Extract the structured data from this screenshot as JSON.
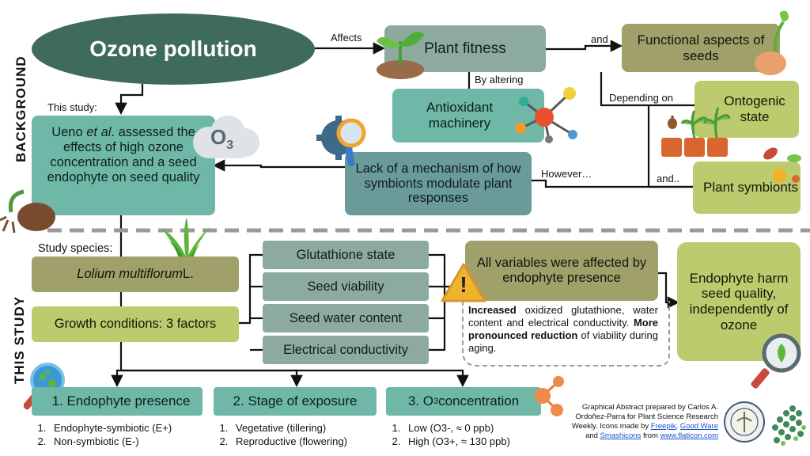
{
  "sections": {
    "background": "BACKGROUND",
    "this_study": "THIS STUDY"
  },
  "nodes": {
    "ozone_pollution": "Ozone pollution",
    "plant_fitness": "Plant fitness",
    "functional_aspects": "Functional aspects of seeds",
    "antioxidant": "Antioxidant machinery",
    "ontogenic": "Ontogenic state",
    "plant_symbionts": "Plant symbionts",
    "lack_mechanism": "Lack of a mechanism of how symbionts modulate plant responses",
    "ueno_pre": "Ueno ",
    "ueno_italic": "et al",
    "ueno_post": ". assessed the effects of high ozone concentration and a seed endophyte on seed quality",
    "o3_cloud_main": "O",
    "o3_cloud_sub": "3"
  },
  "edge_labels": {
    "affects": "Affects",
    "and1": "and",
    "by_altering": "By altering",
    "depending_on": "Depending on",
    "and2": "and..",
    "however": "However…",
    "this_study": "This study:"
  },
  "study": {
    "species_label": "Study species:",
    "species_italic": "Lolium multiflorum",
    "species_suffix": " L.",
    "growth": "Growth conditions: 3 factors",
    "variables": [
      "Glutathione state",
      "Seed viability",
      "Seed water content",
      "Electrical conductivity"
    ],
    "result_header": "All variables were affected by endophyte presence",
    "result_bold1": "Increased",
    "result_text1": " oxidized glutathione, water content and electrical conductivity. ",
    "result_bold2": "More pronounced reduction",
    "result_text2": " of viability during aging.",
    "conclusion": "Endophyte harm seed quality, independently of ozone",
    "warning_glyph": "!"
  },
  "factors": [
    {
      "title": "1. Endophyte presence",
      "items": [
        "Endophyte-symbiotic (E+)",
        "Non-symbiotic (E-)"
      ]
    },
    {
      "title": "2. Stage of exposure",
      "items": [
        "Vegetative (tillering)",
        "Reproductive (flowering)"
      ]
    },
    {
      "title_pre": "3. O",
      "title_sub": "3",
      "title_post": " concentration",
      "items": [
        "Low (O3-, ≈ 0 ppb)",
        "High (O3+, ≈ 130 ppb)"
      ]
    }
  ],
  "credits": {
    "line1": "Graphical Abstract prepared by Carlos A.",
    "line2": "Ordoñez-Parra for Plant Science Research",
    "line3_pre": "Weekly. Icons made by ",
    "freepik": "Freepik",
    "sep": ", ",
    "goodware": "Good Ware",
    "line4_pre": "and ",
    "smashicons": "Smashicons",
    "line4_mid": " from ",
    "flaticon": "www.flaticon.com"
  },
  "colors": {
    "ozone_ellipse": "#3f6b5c",
    "teal_box": "#6fb7a7",
    "sage_box": "#8daa9f",
    "olive_box": "#9fa06a",
    "lime_box": "#bccb6d",
    "blue_gray_box": "#6b9a9a",
    "divider": "#9a9a9a",
    "link": "#1a4fd0"
  }
}
